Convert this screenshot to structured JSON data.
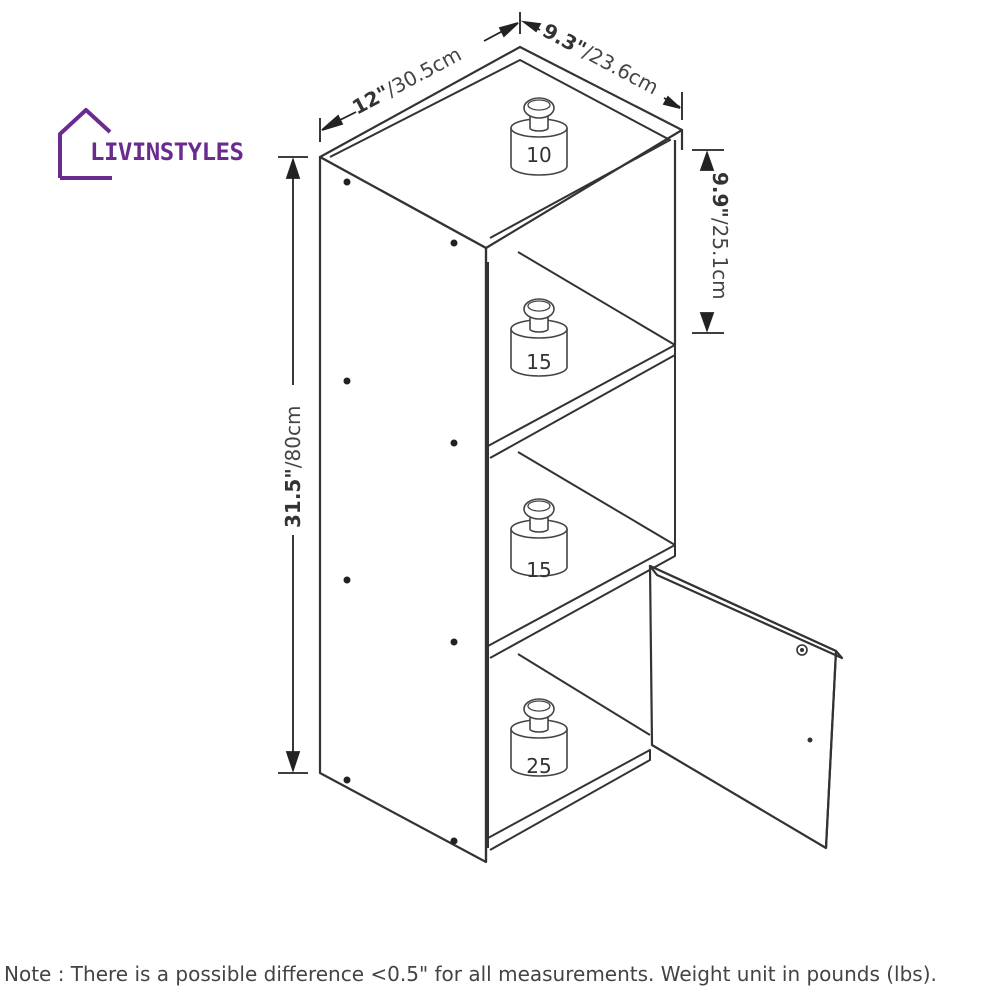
{
  "brand": {
    "name": "LIVINSTYLES",
    "color": "#6a2b8e"
  },
  "dimensions": {
    "width_in": "12\"",
    "width_cm": "/30.5cm",
    "depth_in": "9.3\"",
    "depth_cm": "/23.6cm",
    "height_in": "31.5\"",
    "height_cm": "/80cm",
    "shelf_in": "9.9\"",
    "shelf_cm": "/25.1cm"
  },
  "weights": {
    "top": "10",
    "shelf_upper": "15",
    "shelf_middle": "15",
    "bottom": "25"
  },
  "note": "Note : There is a possible difference <0.5\" for all measurements. Weight unit in pounds (lbs)."
}
